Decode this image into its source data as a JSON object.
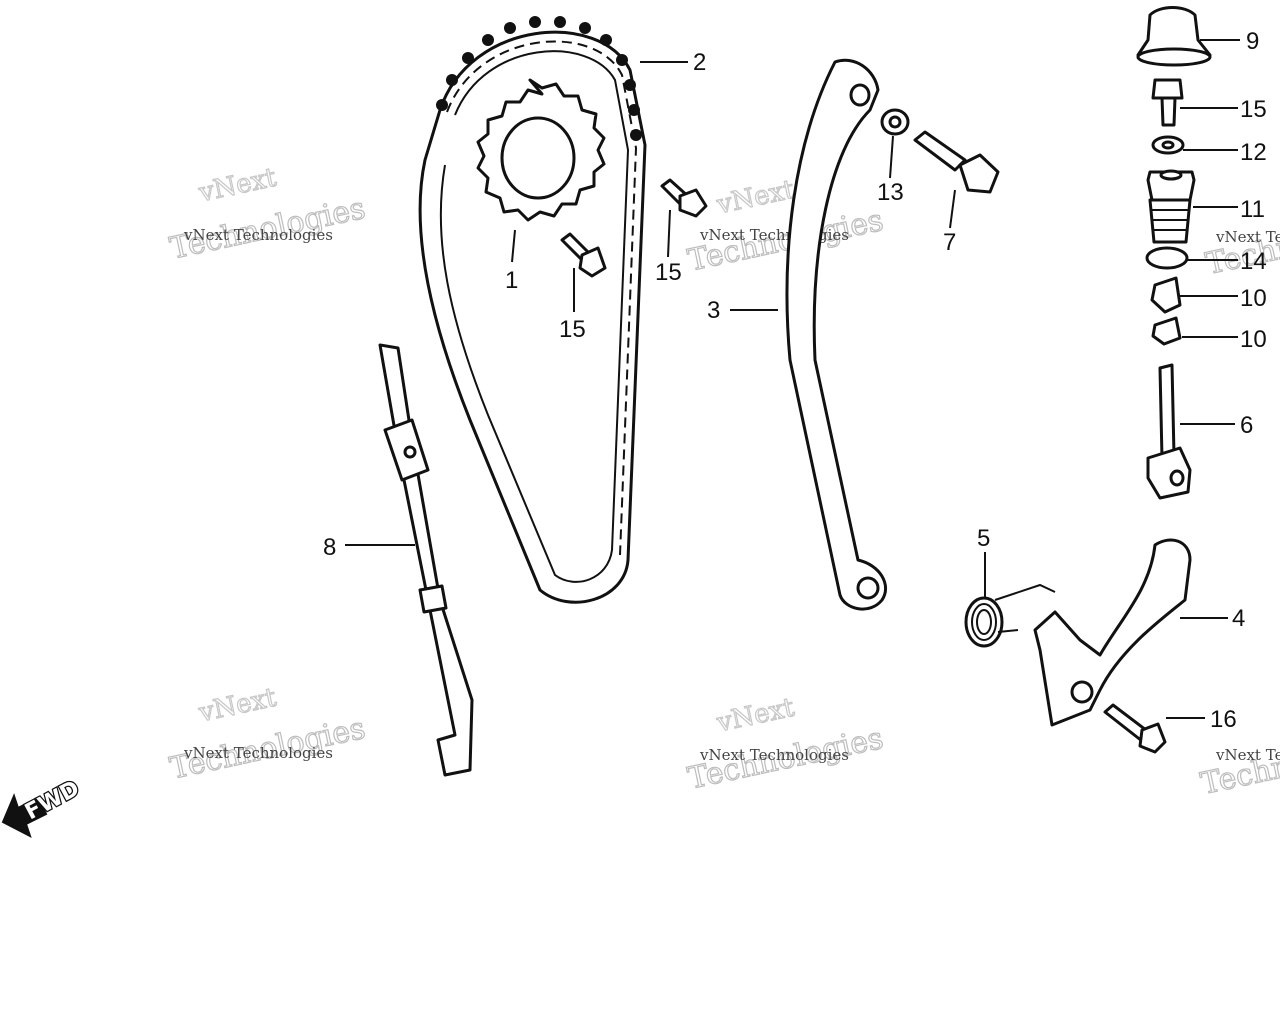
{
  "callouts": {
    "c1": "1",
    "c2": "2",
    "c3": "3",
    "c4": "4",
    "c5": "5",
    "c6": "6",
    "c7": "7",
    "c8": "8",
    "c9": "9",
    "c10a": "10",
    "c10b": "10",
    "c11": "11",
    "c12": "12",
    "c13": "13",
    "c14": "14",
    "c15a": "15",
    "c15b": "15",
    "c15c": "15",
    "c16": "16"
  },
  "watermark": {
    "brand": "vNext Technologies",
    "word1": "vNext",
    "word2": "Technologies"
  },
  "direction": "FWD"
}
